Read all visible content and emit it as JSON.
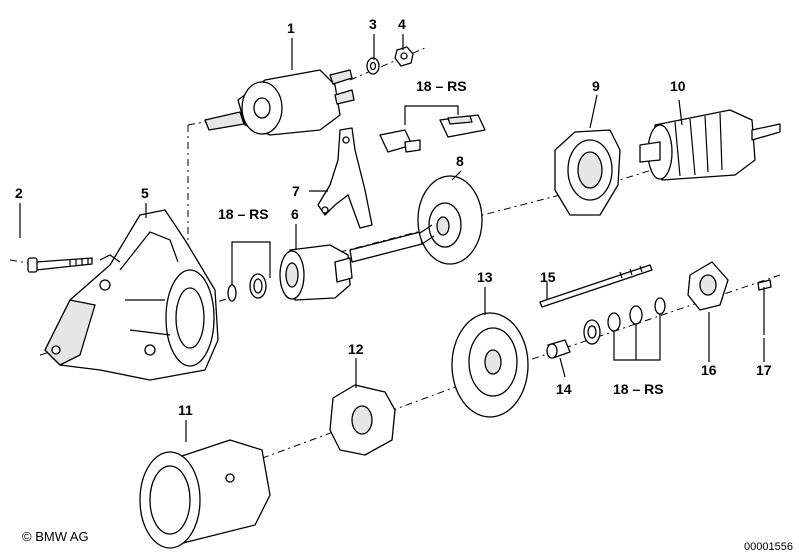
{
  "callouts": {
    "n1": "1",
    "n2": "2",
    "n3": "3",
    "n4": "4",
    "n5": "5",
    "n6": "6",
    "n7": "7",
    "n8": "8",
    "n9": "9",
    "n10": "10",
    "n11": "11",
    "n12": "12",
    "n13": "13",
    "n14": "14",
    "n15": "15",
    "n16": "16",
    "n17": "17",
    "rs_top": "18 – RS",
    "rs_mid": "18 – RS",
    "rs_low": "18 – RS"
  },
  "footer": {
    "copyright": "© BMW AG",
    "doc_number": "00001556"
  }
}
